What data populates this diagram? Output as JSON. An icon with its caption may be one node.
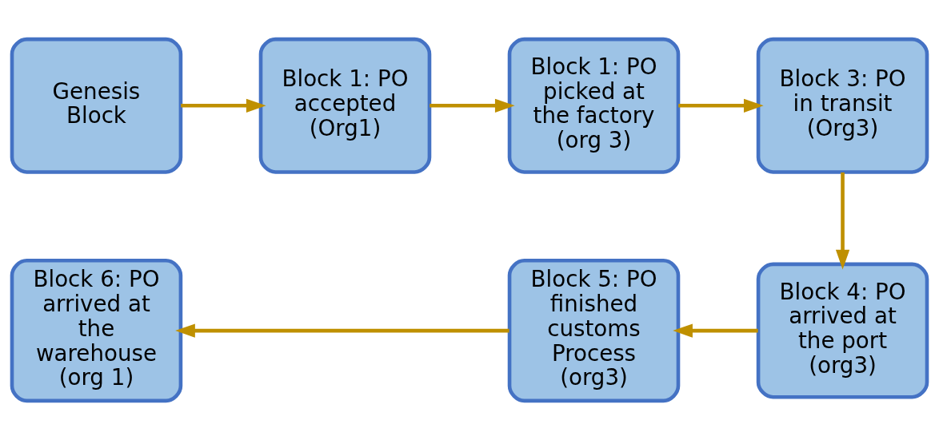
{
  "diagram": {
    "nodes": [
      {
        "text": [
          "Genesis Block"
        ]
      },
      {
        "text": [
          "Block 1: PO accepted (Org1)"
        ]
      },
      {
        "text": [
          "Block 1: PO picked at the factory (org 3)"
        ]
      },
      {
        "text": [
          "Block 3: PO in transit (Org3)"
        ]
      },
      {
        "text": [
          "Block 4: PO arrived at the port (org3)"
        ]
      },
      {
        "text": [
          "Block 5: PO finished customs Process (org3)"
        ]
      },
      {
        "text": [
          "Block 6: PO arrived at the warehouse (org 1)"
        ]
      }
    ],
    "edges": [
      {
        "from": 0,
        "to": 1,
        "arrow": "to"
      },
      {
        "from": 1,
        "to": 2,
        "arrow": "to"
      },
      {
        "from": 2,
        "to": 3,
        "arrow": "to"
      },
      {
        "from": 3,
        "to": 4,
        "arrow": "to"
      },
      {
        "from": 4,
        "to": 5,
        "arrow": "to"
      },
      {
        "from": 5,
        "to": 6,
        "arrow": "to"
      }
    ]
  }
}
